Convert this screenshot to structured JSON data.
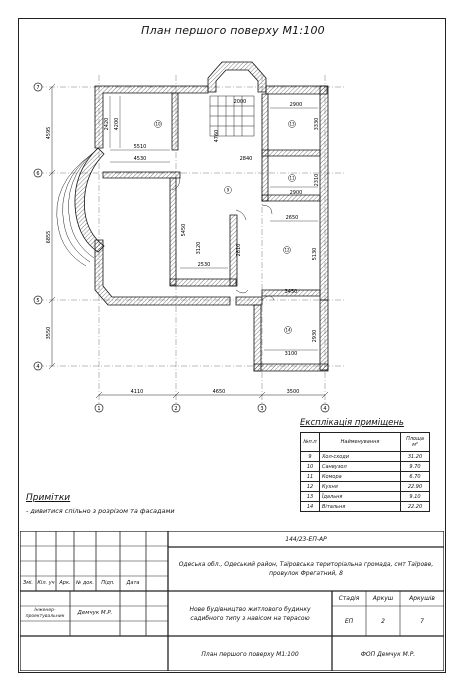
{
  "title": "План першого поверху М1:100",
  "axes": {
    "rows": [
      "7",
      "6",
      "5",
      "4"
    ],
    "cols": [
      "1",
      "2",
      "3",
      "4"
    ],
    "left_dims": [
      "4595",
      "6855",
      "3550"
    ],
    "bottom_dims": [
      "4110",
      "4650",
      "3500"
    ]
  },
  "rooms": [
    {
      "num": "10",
      "dims": [
        "5510",
        "4530",
        "4200",
        "2420"
      ]
    },
    {
      "num": "9",
      "dims": [
        "5450",
        "3120",
        "2530",
        "2810"
      ]
    },
    {
      "num": "13",
      "dims": [
        "2900",
        "3330"
      ]
    },
    {
      "num": "11",
      "dims": [
        "2900",
        "2310"
      ]
    },
    {
      "num": "12",
      "dims": [
        "2650",
        "5130",
        "3450"
      ]
    },
    {
      "num": "14",
      "dims": [
        "3100",
        "2930"
      ]
    },
    {
      "num": "",
      "dims": [
        "2000",
        "4760",
        "2840"
      ]
    }
  ],
  "notes": {
    "title": "Примітки",
    "text": "- дивитися спільно з розрізом та фасадами"
  },
  "explication": {
    "title": "Експлікація приміщень",
    "headers": [
      "№п.п",
      "Найменування",
      "Площа м²"
    ],
    "rows": [
      [
        "9",
        "Хол-сходи",
        "31.20"
      ],
      [
        "10",
        "Санвузол",
        "9.70"
      ],
      [
        "11",
        "Комора",
        "6.70"
      ],
      [
        "12",
        "Кухня",
        "22.90"
      ],
      [
        "13",
        "Їдальня",
        "9.10"
      ],
      [
        "14",
        "Вітальня",
        "22.20"
      ]
    ]
  },
  "stamp": {
    "code": "144/23-ЕП-АР",
    "address": "Одеська обл., Одеський район, Таїровська територіальна громада, смт Таїрове, провулок Фрегатний, 8",
    "project": "Нове будівництво житлового будинку садибного типу з навісом на терасою",
    "sheet_title": "План першого поверху М1:100",
    "company": "ФОП Демчук М.Р.",
    "col_headers": [
      "Змі.",
      "Кіл. уч",
      "Арк.",
      "№ док.",
      "Підп.",
      "Дата"
    ],
    "role": "Інженер-проектувальник",
    "person": "Демчук М.Р.",
    "stage_label": "Стадія",
    "sheet_label": "Аркуш",
    "sheets_label": "Аркушів",
    "stage": "ЕП",
    "sheet": "2",
    "sheets": "7"
  }
}
